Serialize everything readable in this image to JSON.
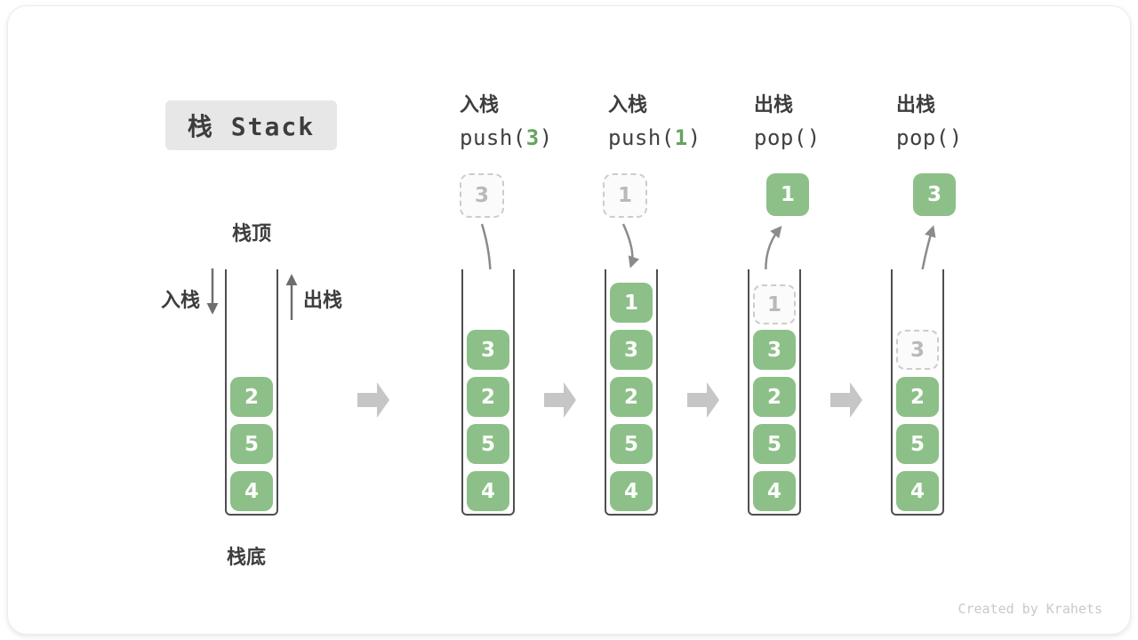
{
  "title": {
    "text": "栈 Stack"
  },
  "labels": {
    "stack_top": "栈顶",
    "stack_bottom": "栈底",
    "push_side": "入栈",
    "pop_side": "出栈"
  },
  "watermark": "Created by Krahets",
  "colors": {
    "green": "#8CC088",
    "wall": "#4f4f4f",
    "ghost_border": "#cccccc",
    "ghost_bg": "#fbfbfb",
    "ghost_text": "#b9b9b9",
    "arrow": "#8b8b8b",
    "side_arrow": "#6e6e6e",
    "block_arrow": "#c6c6c6",
    "text_dark": "#3d3d3d",
    "code_arg": "#67a35f",
    "title_bg": "#e7e7e7",
    "watermark_gray": "#c9c9c9"
  },
  "stages": [
    {
      "cells": [
        "2",
        "5",
        "4"
      ]
    },
    {
      "op_name": "入栈",
      "code_pre": "push(",
      "code_arg": "3",
      "code_post": ")",
      "ghost_above": "3",
      "cells": [
        "3",
        "2",
        "5",
        "4"
      ]
    },
    {
      "op_name": "入栈",
      "code_pre": "push(",
      "code_arg": "1",
      "code_post": ")",
      "ghost_above": "1",
      "cells": [
        "1",
        "3",
        "2",
        "5",
        "4"
      ]
    },
    {
      "op_name": "出栈",
      "code_pre": "pop(",
      "code_arg": "",
      "code_post": ")",
      "popped": "1",
      "ghost_in_stack": "1",
      "cells": [
        "3",
        "2",
        "5",
        "4"
      ]
    },
    {
      "op_name": "出栈",
      "code_pre": "pop(",
      "code_arg": "",
      "code_post": ")",
      "popped": "3",
      "ghost_in_stack": "3",
      "cells": [
        "2",
        "5",
        "4"
      ]
    }
  ]
}
